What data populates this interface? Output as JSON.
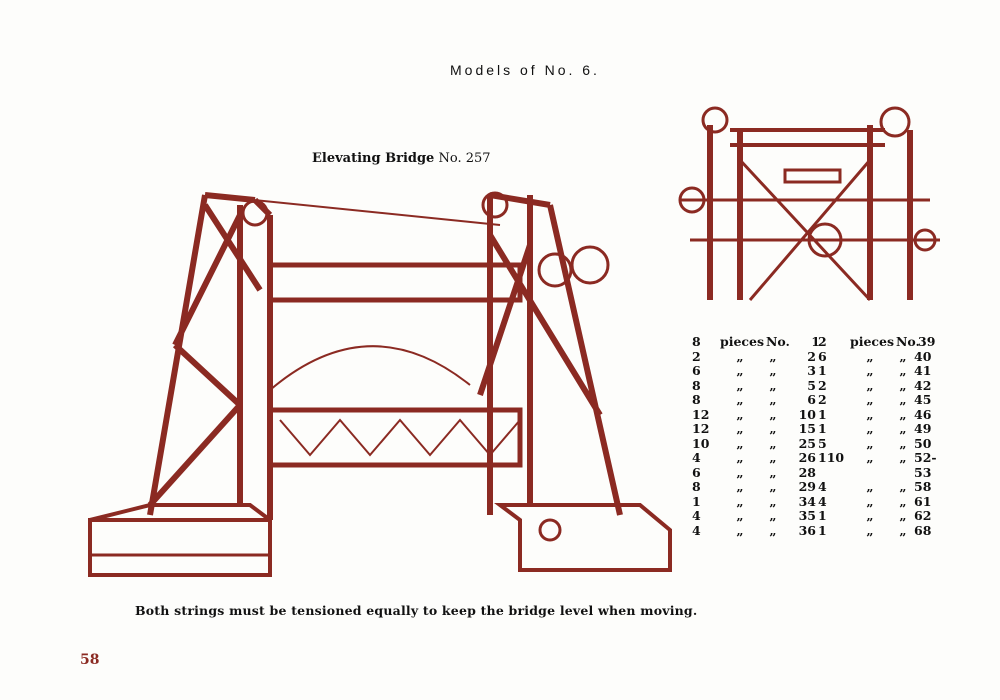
{
  "header": "Models of No. 6.",
  "model": {
    "name": "Elevating Bridge",
    "number": "No. 257"
  },
  "caption": "Both strings must be tensioned equally to keep the bridge level when moving.",
  "page_number": "58",
  "colors": {
    "ink": "#8b2a22"
  },
  "parts_left": [
    {
      "qty": "8",
      "unit": "pieces",
      "no": "No.",
      "part": "1"
    },
    {
      "qty": "2",
      "unit": "„",
      "no": "„",
      "part": "2"
    },
    {
      "qty": "6",
      "unit": "„",
      "no": "„",
      "part": "3"
    },
    {
      "qty": "8",
      "unit": "„",
      "no": "„",
      "part": "5"
    },
    {
      "qty": "8",
      "unit": "„",
      "no": "„",
      "part": "6"
    },
    {
      "qty": "12",
      "unit": "„",
      "no": "„",
      "part": "10"
    },
    {
      "qty": "12",
      "unit": "„",
      "no": "„",
      "part": "15"
    },
    {
      "qty": "10",
      "unit": "„",
      "no": "„",
      "part": "25"
    },
    {
      "qty": "4",
      "unit": "„",
      "no": "„",
      "part": "26"
    },
    {
      "qty": "6",
      "unit": "„",
      "no": "„",
      "part": "28"
    },
    {
      "qty": "8",
      "unit": "„",
      "no": "„",
      "part": "29"
    },
    {
      "qty": "1",
      "unit": "„",
      "no": "„",
      "part": "34"
    },
    {
      "qty": "4",
      "unit": "„",
      "no": "„",
      "part": "35"
    },
    {
      "qty": "4",
      "unit": "„",
      "no": "„",
      "part": "36"
    }
  ],
  "parts_right": [
    {
      "qty": "2",
      "unit": "pieces",
      "no": "No.",
      "part": "39"
    },
    {
      "qty": "6",
      "unit": "„",
      "no": "„",
      "part": "40"
    },
    {
      "qty": "1",
      "unit": "„",
      "no": "„",
      "part": "41"
    },
    {
      "qty": "2",
      "unit": "„",
      "no": "„",
      "part": "42"
    },
    {
      "qty": "2",
      "unit": "„",
      "no": "„",
      "part": "45"
    },
    {
      "qty": "1",
      "unit": "„",
      "no": "„",
      "part": "46"
    },
    {
      "qty": "1",
      "unit": "„",
      "no": "„",
      "part": "49"
    },
    {
      "qty": "5",
      "unit": "„",
      "no": "„",
      "part": "50"
    },
    {
      "qty": "110",
      "unit": "„",
      "no": "„",
      "part": "52-53"
    },
    {
      "qty": "4",
      "unit": "„",
      "no": "„",
      "part": "58"
    },
    {
      "qty": "4",
      "unit": "„",
      "no": "„",
      "part": "61"
    },
    {
      "qty": "1",
      "unit": "„",
      "no": "„",
      "part": "62"
    },
    {
      "qty": "1",
      "unit": "„",
      "no": "„",
      "part": "68"
    }
  ]
}
